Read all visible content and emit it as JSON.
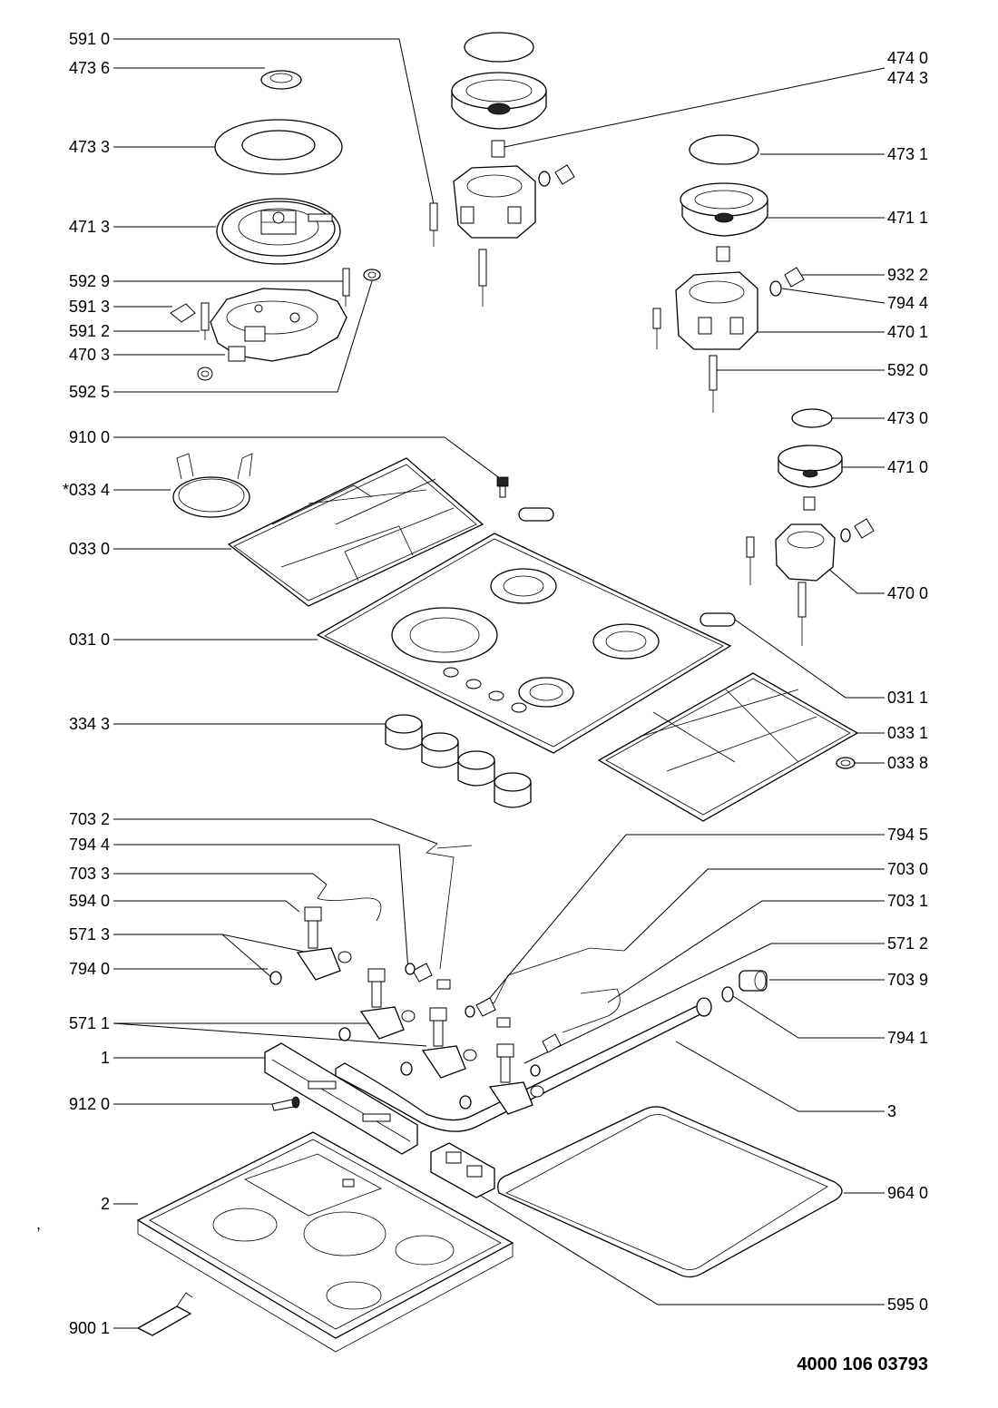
{
  "document_number": "4000 106 03793",
  "labels": {
    "l_591_0": "591 0",
    "l_473_6": "473 6",
    "l_473_3": "473 3",
    "l_471_3": "471 3",
    "l_592_9": "592 9",
    "l_591_3": "591 3",
    "l_591_2": "591 2",
    "l_470_3": "470 3",
    "l_592_5": "592 5",
    "l_910_0": "910 0",
    "l_033_4": "*033 4",
    "l_033_0": "033 0",
    "l_031_0": "031 0",
    "l_334_3": "334 3",
    "l_703_2": "703 2",
    "l_794_4a": "794 4",
    "l_703_3": "703 3",
    "l_594_0": "594 0",
    "l_571_3": "571 3",
    "l_794_0": "794 0",
    "l_571_1": "571 1",
    "l_1": "1",
    "l_912_0": "912 0",
    "l_2": "2",
    "l_900_1": "900 1",
    "l_474_0": "474 0",
    "l_474_3": "474 3",
    "l_473_1": "473 1",
    "l_471_1": "471 1",
    "l_932_2": "932 2",
    "l_794_4b": "794 4",
    "l_470_1": "470 1",
    "l_592_0": "592 0",
    "l_473_0": "473 0",
    "l_471_0": "471 0",
    "l_470_0": "470 0",
    "l_031_1": "031 1",
    "l_033_1": "033 1",
    "l_033_8": "033 8",
    "l_794_5": "794 5",
    "l_703_0": "703 0",
    "l_703_1": "703 1",
    "l_571_2": "571 2",
    "l_703_9": "703 9",
    "l_794_1": "794 1",
    "l_3": "3",
    "l_964_0": "964 0",
    "l_595_0": "595 0"
  },
  "stray_mark": ","
}
